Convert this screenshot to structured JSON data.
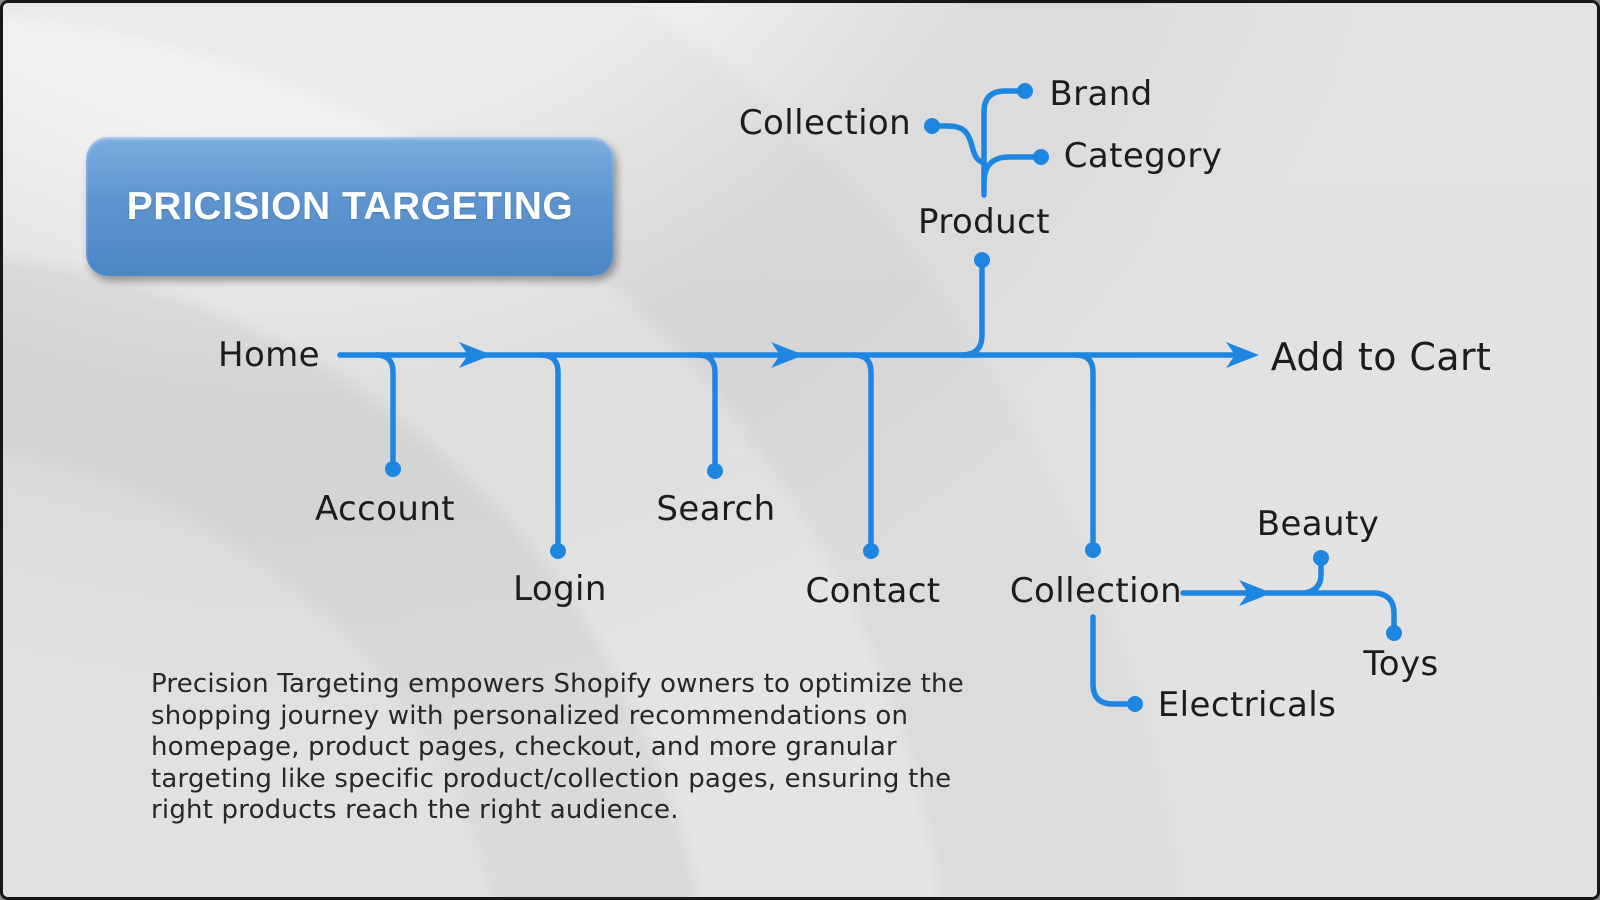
{
  "canvas": {
    "background": "#e3e3e3",
    "border_color": "#161616"
  },
  "accent": {
    "line_blue": "#1e86e0",
    "button_gradient_top": "#7cadde",
    "button_gradient_bottom": "#4c86c5",
    "label_color": "#1c1c1c"
  },
  "title": {
    "label": "PRICISION TARGETING"
  },
  "diagram": {
    "nodes": {
      "home": "Home",
      "account": "Account",
      "login": "Login",
      "search": "Search",
      "contact": "Contact",
      "collection_main": "Collection",
      "product": "Product",
      "collection_top": "Collection",
      "brand": "Brand",
      "category": "Category",
      "beauty": "Beauty",
      "toys": "Toys",
      "electricals": "Electricals",
      "add_to_cart": "Add to Cart"
    }
  },
  "description": {
    "lines": [
      "Precision Targeting empowers Shopify owners to optimize the",
      "shopping journey with personalized recommendations on",
      "homepage, product pages, checkout, and more granular",
      "targeting like specific product/collection pages, ensuring the",
      "right products reach the right audience."
    ]
  }
}
